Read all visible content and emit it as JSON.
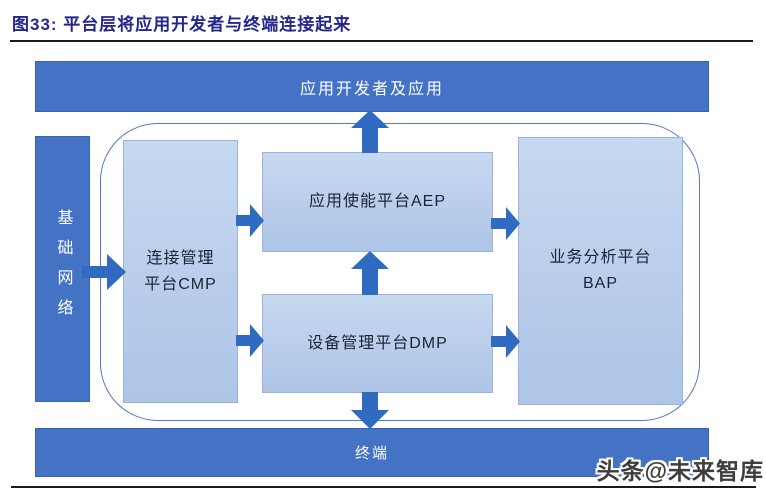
{
  "figure": {
    "title": "图33:  平台层将应用开发者与终端连接起来"
  },
  "diagram": {
    "top_bar": {
      "label": "应用开发者及应用"
    },
    "base_network_bar": {
      "label": "基础网络"
    },
    "platform_layer": {
      "cmp": {
        "label": "连接管理平台CMP"
      },
      "aep": {
        "label": "应用使能平台AEP"
      },
      "dmp": {
        "label": "设备管理平台DMP"
      },
      "bap": {
        "label": "业务分析平台BAP"
      }
    },
    "bottom_bar": {
      "label": "终端"
    },
    "arrows": [
      {
        "name": "network-to-cmp",
        "from": "基础网络",
        "to": "连接管理平台CMP",
        "direction": "right"
      },
      {
        "name": "cmp-to-aep",
        "from": "连接管理平台CMP",
        "to": "应用使能平台AEP",
        "direction": "right"
      },
      {
        "name": "cmp-to-dmp",
        "from": "连接管理平台CMP",
        "to": "设备管理平台DMP",
        "direction": "right"
      },
      {
        "name": "aep-to-developers",
        "from": "应用使能平台AEP",
        "to": "应用开发者及应用",
        "direction": "up"
      },
      {
        "name": "dmp-to-aep",
        "from": "设备管理平台DMP",
        "to": "应用使能平台AEP",
        "direction": "up"
      },
      {
        "name": "aep-to-bap",
        "from": "应用使能平台AEP",
        "to": "业务分析平台BAP",
        "direction": "right"
      },
      {
        "name": "dmp-to-bap",
        "from": "设备管理平台DMP",
        "to": "业务分析平台BAP",
        "direction": "right"
      },
      {
        "name": "dmp-to-terminal",
        "from": "设备管理平台DMP",
        "to": "终端",
        "direction": "down"
      }
    ]
  },
  "watermark": {
    "label": "头条@未来智库"
  },
  "colors": {
    "bar_blue": "#4472C4",
    "arrow_blue": "#2F6BC1",
    "light_box_top": "#C7D8F0",
    "light_box_bottom": "#AEC5E7",
    "light_box_border": "#98B4DE",
    "container_border": "#5479C1",
    "title_navy": "#23268B"
  }
}
